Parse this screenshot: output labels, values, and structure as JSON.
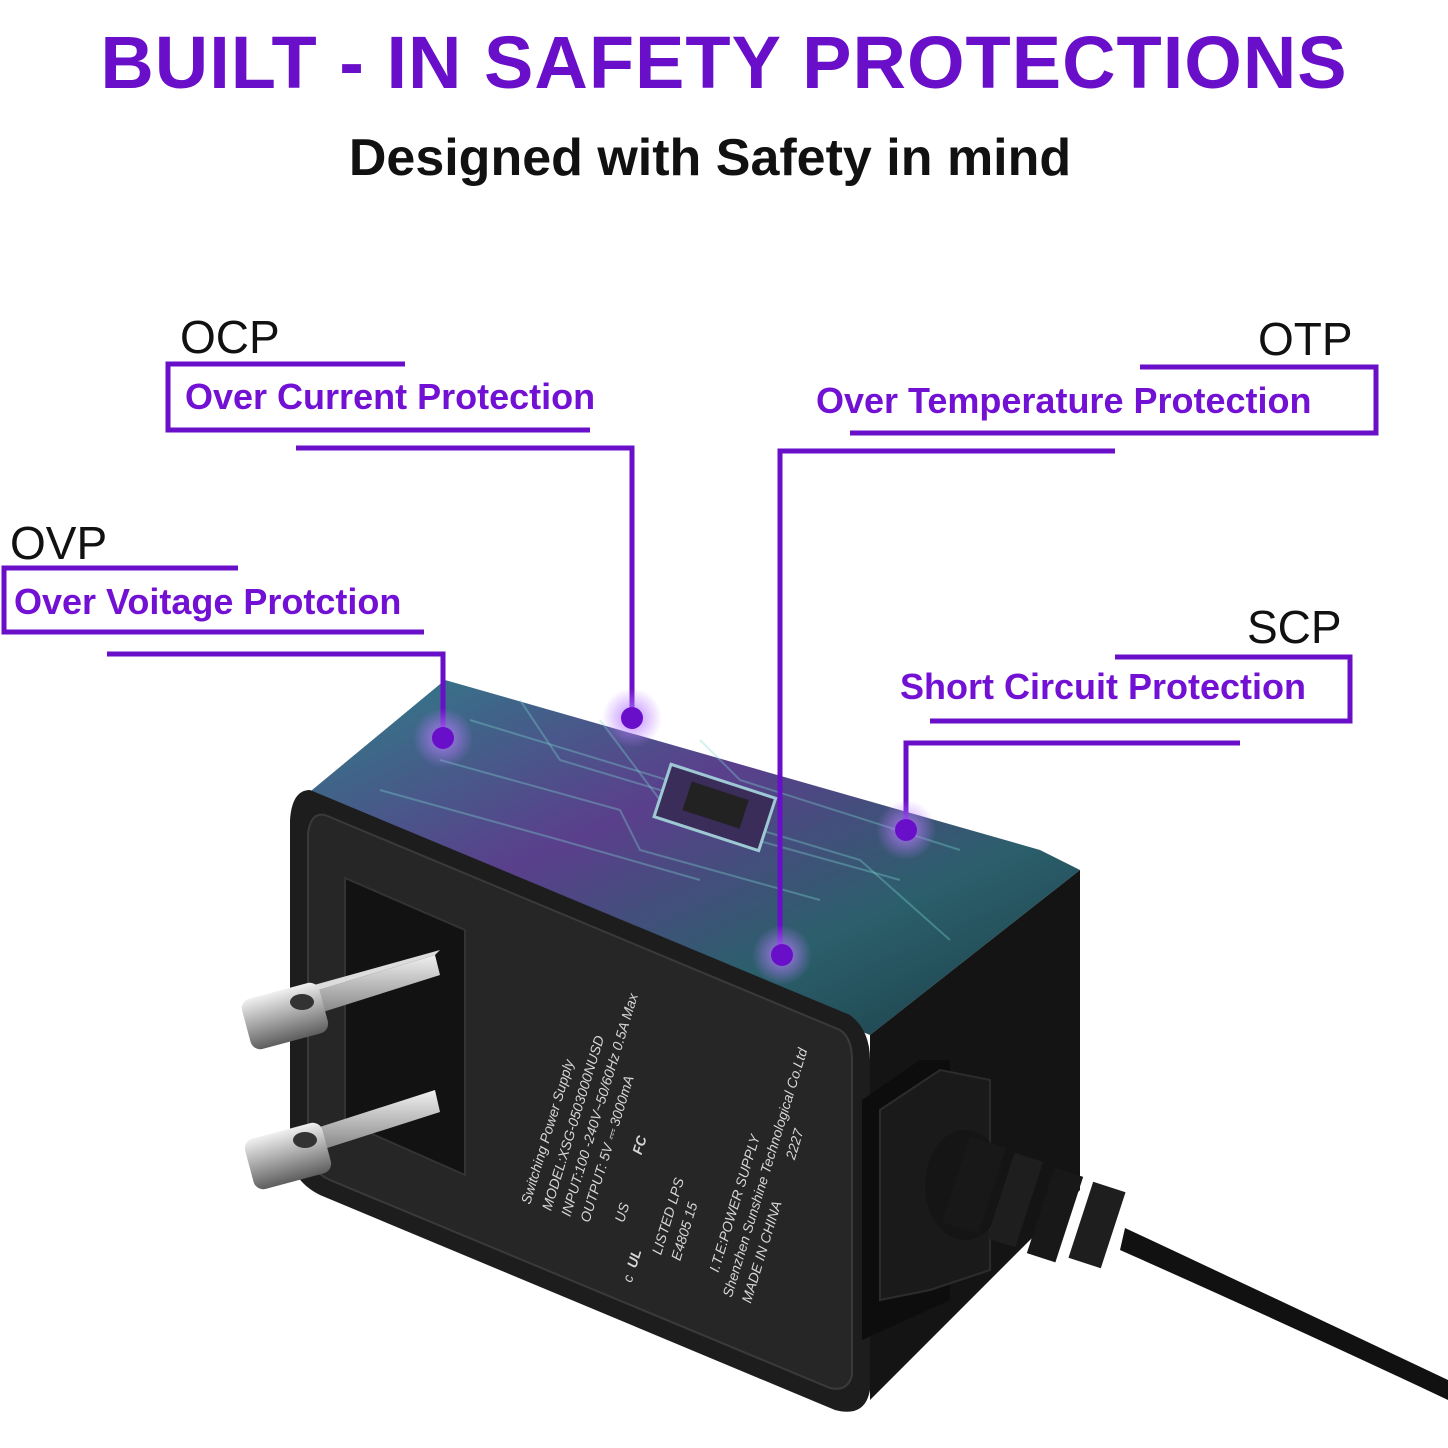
{
  "heading": {
    "title": "BUILT - IN SAFETY PROTECTIONS",
    "subtitle": "Designed with Safety in mind"
  },
  "callouts": {
    "ocp": {
      "abbr": "OCP",
      "label": "Over Current Protection"
    },
    "otp": {
      "abbr": "OTP",
      "label": "Over Temperature Protection"
    },
    "ovp": {
      "abbr": "OVP",
      "label": "Over Voitage Protction"
    },
    "scp": {
      "abbr": "SCP",
      "label": "Short Circuit Protection"
    }
  },
  "product_label": {
    "line1": "Switching Power Supply",
    "line2": "MODEL:XSG-0503000NUSD",
    "line3": "INPUT:100 -240V~50/60Hz 0.5A Max",
    "line4": "OUTPUT: 5V ⎓ 3000mA",
    "line5": "LISTED LPS",
    "line6": "E4805 15",
    "line7": "I.T.E:POWER SUPPLY",
    "line8": "Shenzhen Sunshine Technological Co.Ltd",
    "line9": "MADE IN CHINA",
    "line10": "2227",
    "fcc": "FC",
    "us": "US",
    "c": "c",
    "ul": "UL"
  },
  "colors": {
    "accent": "#6a0fc9",
    "label": "#7211d4",
    "adapter": "#1b1b1b"
  }
}
